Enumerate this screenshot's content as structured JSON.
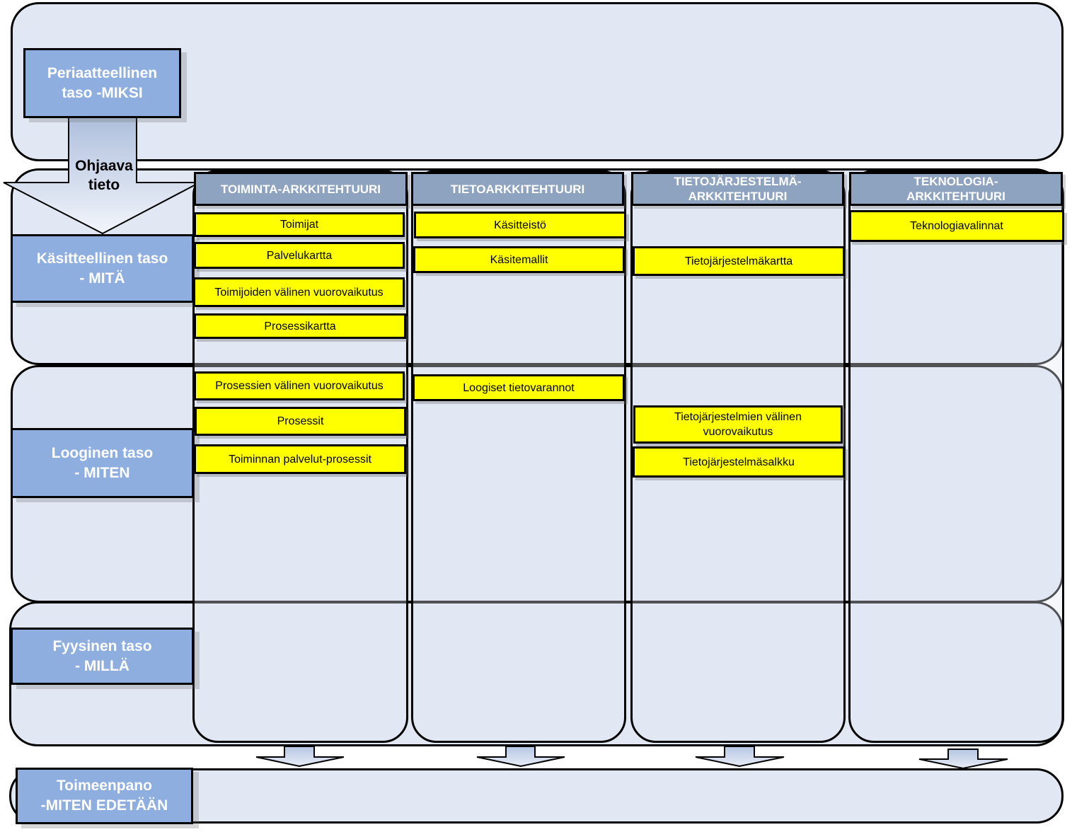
{
  "levels": {
    "principle": "Periaatteellinen\ntaso -MIKSI",
    "conceptual": "Käsitteellinen taso\n- MITÄ",
    "logical": "Looginen taso\n- MITEN",
    "physical": "Fyysinen taso\n- MILLÄ",
    "implementation": "Toimeenpano\n-MITEN EDETÄÄN"
  },
  "arrow_label": "Ohjaava\ntieto",
  "columns": [
    {
      "header": "TOIMINTA-ARKKITEHTUURI",
      "items": [
        "Toimijat",
        "Palvelukartta",
        "Toimijoiden välinen vuorovaikutus",
        "Prosessikartta",
        "Prosessien välinen vuorovaikutus",
        "Prosessit",
        "Toiminnan palvelut-prosessit"
      ]
    },
    {
      "header": "TIETOARKKITEHTUURI",
      "items": [
        "Käsitteistö",
        "Käsitemallit",
        "Loogiset tietovarannot"
      ]
    },
    {
      "header": "TIETOJÄRJESTELMÄ-\nARKKITEHTUURI",
      "items": [
        "Tietojärjestelmäkartta",
        "Tietojärjestelmien välinen\nvuorovaikutus",
        "Tietojärjestelmäsalkku"
      ]
    },
    {
      "header": "TEKNOLOGIA-\nARKKITEHTUURI",
      "items": [
        "Teknologiavalinnat"
      ]
    }
  ],
  "colors": {
    "level_fill": "#8eaee0",
    "header_fill": "#8ea3bf",
    "item_fill": "#ffff00",
    "band_fill": "#e1e8f4"
  }
}
